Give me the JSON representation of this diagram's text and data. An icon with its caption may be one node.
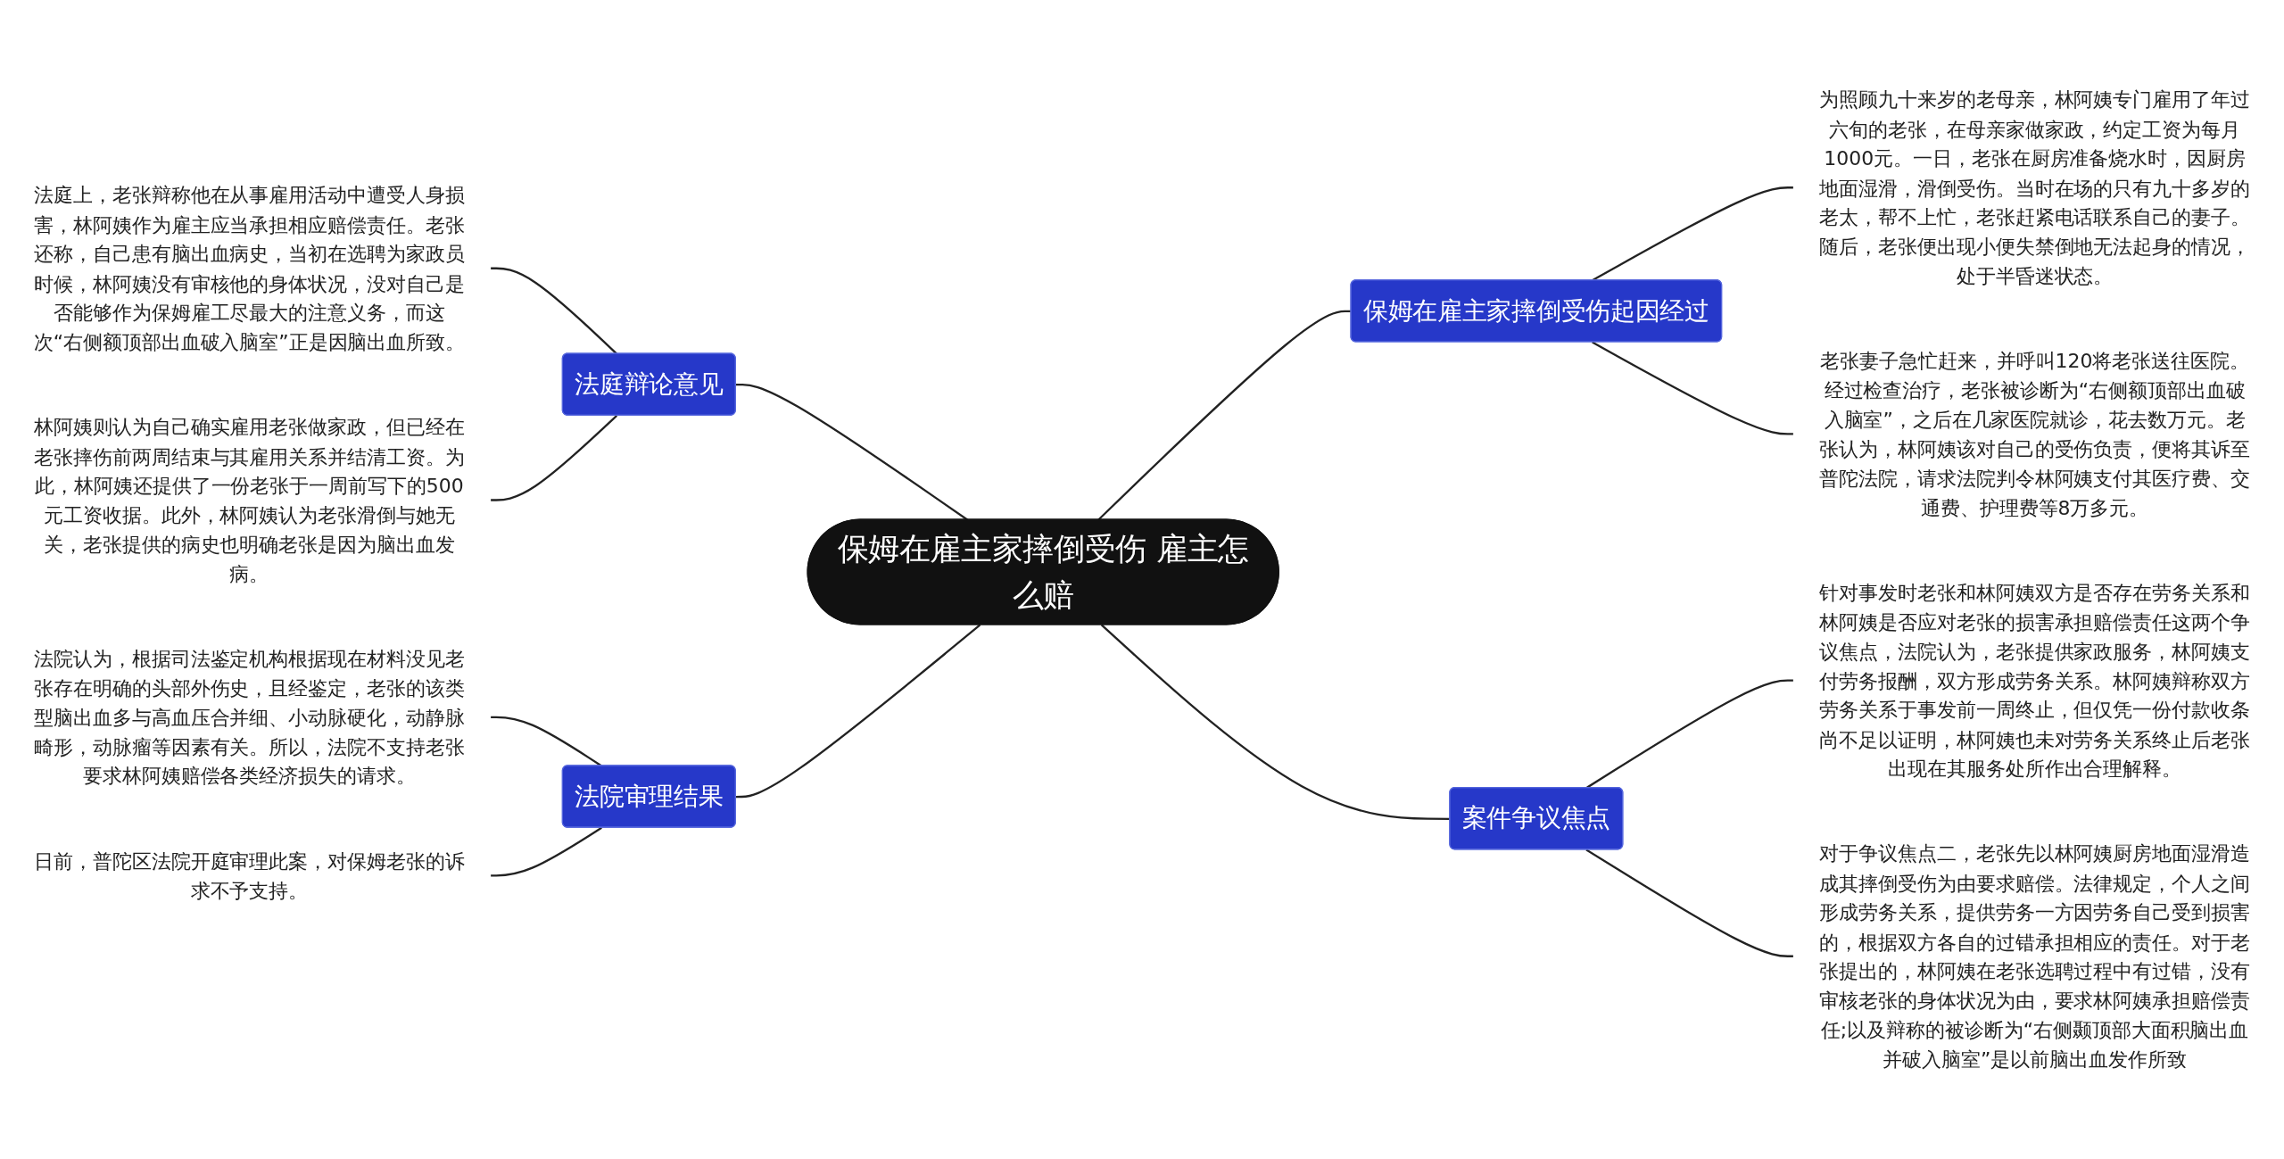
{
  "diagram": {
    "nodes": [
      {
        "text": [
          "保姆在雇主家摔倒受伤 雇主怎么赔"
        ]
      },
      {
        "text": [
          "保姆在雇主家摔倒受伤起因经过"
        ]
      },
      {
        "text": [
          "为照顾九十来岁的老母亲，林阿姨专门雇用了年过六旬的老张，在母亲家做家政，约定工资为每月1000元。一日，老张在厨房准备烧水时，因厨房地面湿滑，滑倒受伤。当时在场的只有九十多岁的老太，帮不上忙，老张赶紧电话联系自己的妻子。随后，老张便出现小便失禁倒地无法起身的情况，处于半昏迷状态。"
        ]
      },
      {
        "text": [
          "老张妻子急忙赶来，并呼叫120将老张送往医院。经过检查治疗，老张被诊断为“右侧额顶部出血破入脑室”，之后在几家医院就诊，花去数万元。老张认为，林阿姨该对自己的受伤负责，便将其诉至普陀法院，请求法院判令林阿姨支付其医疗费、交通费、护理费等8万多元。"
        ]
      },
      {
        "text": [
          "案件争议焦点"
        ]
      },
      {
        "text": [
          "针对事发时老张和林阿姨双方是否存在劳务关系和林阿姨是否应对老张的损害承担赔偿责任这两个争议焦点，法院认为，老张提供家政服务，林阿姨支付劳务报酬，双方形成劳务关系。林阿姨辩称双方劳务关系于事发前一周终止，但仅凭一份付款收条尚不足以证明，林阿姨也未对劳务关系终止后老张出现在其服务处所作出合理解释。"
        ]
      },
      {
        "text": [
          "对于争议焦点二，老张先以林阿姨厨房地面湿滑造成其摔倒受伤为由要求赔偿。法律规定，个人之间形成劳务关系，提供劳务一方因劳务自己受到损害的，根据双方各自的过错承担相应的责任。对于老张提出的，林阿姨在老张选聘过程中有过错，没有审核老张的身体状况为由，要求林阿姨承担赔偿责任;以及辩称的被诊断为“右侧颞顶部大面积脑出血并破入脑室”是以前脑出血发作所致"
        ]
      },
      {
        "text": [
          "法庭辩论意见"
        ]
      },
      {
        "text": [
          "法庭上，老张辩称他在从事雇用活动中遭受人身损害，林阿姨作为雇主应当承担相应赔偿责任。老张还称，自己患有脑出血病史，当初在选聘为家政员时候，林阿姨没有审核他的身体状况，没对自己是否能够作为保姆雇工尽最大的注意义务，而这次“右侧额顶部出血破入脑室”正是因脑出血所致。"
        ]
      },
      {
        "text": [
          "林阿姨则认为自己确实雇用老张做家政，但已经在老张摔伤前两周结束与其雇用关系并结清工资。为此，林阿姨还提供了一份老张于一周前写下的500元工资收据。此外，林阿姨认为老张滑倒与她无关，老张提供的病史也明确老张是因为脑出血发病。"
        ]
      },
      {
        "text": [
          "法院审理结果"
        ]
      },
      {
        "text": [
          "法院认为，根据司法鉴定机构根据现在材料没见老张存在明确的头部外伤史，且经鉴定，老张的该类型脑出血多与高血压合并细、小动脉硬化，动静脉畸形，动脉瘤等因素有关。所以，法院不支持老张要求林阿姨赔偿各类经济损失的请求。"
        ]
      },
      {
        "text": [
          "日前，普陀区法院开庭审理此案，对保姆老张的诉求不予支持。"
        ]
      }
    ],
    "edges": [
      {
        "from": 0,
        "to": 1,
        "arrow": "none"
      },
      {
        "from": 1,
        "to": 2,
        "arrow": "none"
      },
      {
        "from": 1,
        "to": 3,
        "arrow": "none"
      },
      {
        "from": 0,
        "to": 4,
        "arrow": "none"
      },
      {
        "from": 4,
        "to": 5,
        "arrow": "none"
      },
      {
        "from": 4,
        "to": 6,
        "arrow": "none"
      },
      {
        "from": 0,
        "to": 7,
        "arrow": "none"
      },
      {
        "from": 7,
        "to": 8,
        "arrow": "none"
      },
      {
        "from": 7,
        "to": 9,
        "arrow": "none"
      },
      {
        "from": 0,
        "to": 10,
        "arrow": "none"
      },
      {
        "from": 10,
        "to": 11,
        "arrow": "none"
      },
      {
        "from": 10,
        "to": 12,
        "arrow": "none"
      }
    ]
  }
}
